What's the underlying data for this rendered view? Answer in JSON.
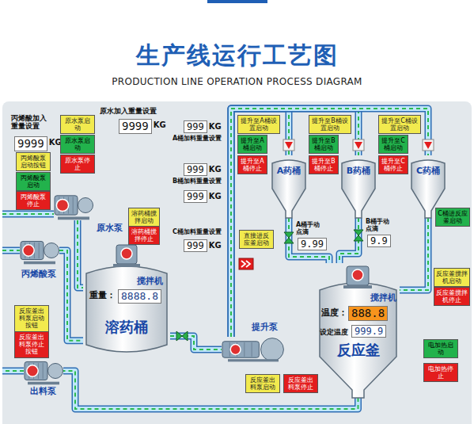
{
  "diagram": {
    "title": "生产线运行工艺图",
    "caption": "PRODUCTION LINE OPERATION PROCESS DIAGRAM",
    "nodes": [
      {
        "text": [
          "9999",
          "KG"
        ]
      },
      {
        "text": [
          "丙烯酸泵启动按钮"
        ]
      },
      {
        "text": [
          "丙烯酸泵启动"
        ]
      },
      {
        "text": [
          "丙烯酸泵停止"
        ]
      },
      {
        "text": [
          "原水泵启动"
        ]
      },
      {
        "text": [
          "原水泵启动"
        ]
      },
      {
        "text": [
          "原水泵停止"
        ]
      },
      {
        "text": [
          "9999",
          "KG"
        ]
      },
      {
        "text": [
          "999",
          "KG"
        ]
      },
      {
        "text": [
          "999",
          "KG"
        ]
      },
      {
        "text": [
          "999",
          "KG"
        ]
      },
      {
        "text": [
          "999",
          "KG"
        ]
      },
      {
        "text": [
          "提升至A桶设置启动"
        ]
      },
      {
        "text": [
          "提升至A桶启动"
        ]
      },
      {
        "text": [
          "提升至A桶停止"
        ]
      },
      {
        "text": [
          "提升至B桶设置启动"
        ]
      },
      {
        "text": [
          "提升至B桶启动"
        ]
      },
      {
        "text": [
          "提升至B桶停止"
        ]
      },
      {
        "text": [
          "提升至C桶设置启动"
        ]
      },
      {
        "text": [
          "提升至C桶启动"
        ]
      },
      {
        "text": [
          "提升至C桶停止"
        ]
      },
      {
        "text": [
          "A药桶"
        ]
      },
      {
        "text": [
          "B药桶"
        ]
      },
      {
        "text": [
          "C药桶"
        ]
      },
      {
        "text": [
          "9.99"
        ]
      },
      {
        "text": [
          "9.9"
        ]
      },
      {
        "text": [
          "C桶进反应釜启动"
        ]
      },
      {
        "text": [
          "原水泵"
        ]
      },
      {
        "text": [
          "溶药桶搅拌启动"
        ]
      },
      {
        "text": [
          "溶药桶搅拌停止"
        ]
      },
      {
        "text": [
          "直接进反应釜启动"
        ]
      },
      {
        "text": [
          "丙烯酸泵"
        ]
      },
      {
        "text": [
          "搅拌机",
          "重量：",
          "溶药桶"
        ]
      },
      {
        "text": [
          "8888.8"
        ],
        "in": 32
      },
      {
        "text": [
          "反应釜搅拌机启动"
        ]
      },
      {
        "text": [
          "反应釜搅拌机停止"
        ]
      },
      {
        "text": [
          "搅拌机",
          "温度：",
          "设定温度",
          "反应釜"
        ]
      },
      {
        "text": [
          "888.8"
        ],
        "in": 36
      },
      {
        "text": [
          "999.9"
        ],
        "in": 36
      },
      {
        "text": [
          "反应釜出料泵启动按钮"
        ]
      },
      {
        "text": [
          "反应釜出料泵停止按钮"
        ]
      },
      {
        "text": [
          "提升泵"
        ]
      },
      {
        "text": [
          "电加热启动"
        ]
      },
      {
        "text": [
          "电加热停止"
        ]
      },
      {
        "text": [
          "反应釜出料泵启动"
        ]
      },
      {
        "text": [
          "反应釜出料泵停止"
        ]
      },
      {
        "text": [
          "出料泵"
        ]
      }
    ],
    "edges": [
      {
        "from": 31,
        "to": 32,
        "arrow": "none"
      },
      {
        "from": 27,
        "to": 32,
        "arrow": "none"
      },
      {
        "from": 32,
        "to": 41,
        "arrow": "none"
      },
      {
        "from": 41,
        "to": 21,
        "arrow": "none"
      },
      {
        "from": 41,
        "to": 22,
        "arrow": "none"
      },
      {
        "from": 41,
        "to": 23,
        "arrow": "none"
      },
      {
        "from": 21,
        "to": 36,
        "arrow": "none"
      },
      {
        "from": 22,
        "to": 36,
        "arrow": "none"
      },
      {
        "from": 23,
        "to": 36,
        "arrow": "none"
      },
      {
        "from": 36,
        "to": 46,
        "arrow": "none"
      }
    ],
    "labels": [
      "丙烯酸加入重量设置",
      "原水加入重量设置",
      "A桶加料重量设置",
      "B桶加料重量设置",
      "C桶加料重量设置",
      "A桶手动点滴",
      "B桶手动点滴"
    ]
  }
}
